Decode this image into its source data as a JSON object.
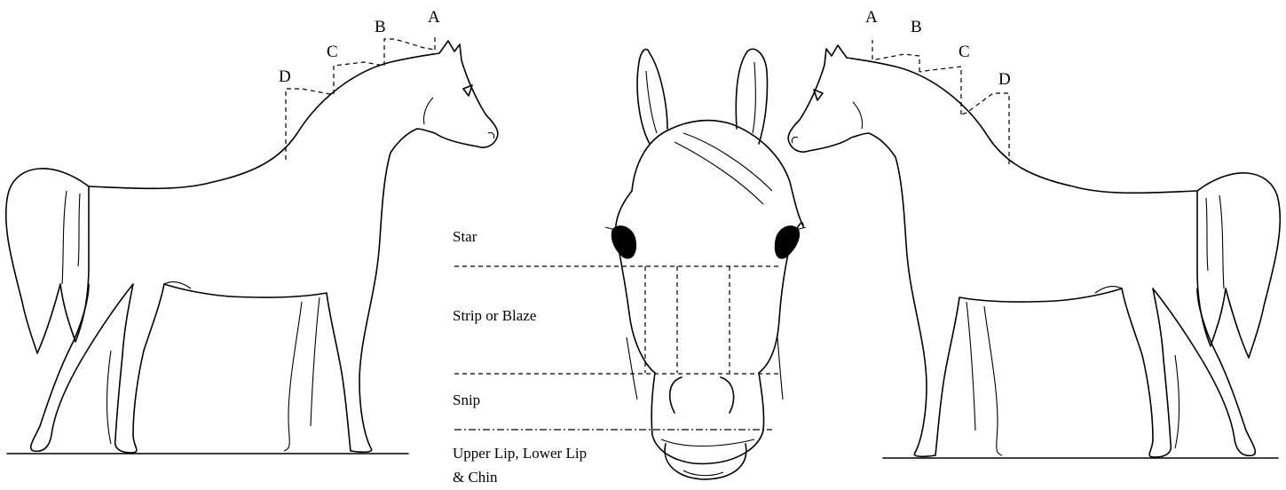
{
  "left_horse": {
    "neck_points": [
      "A",
      "B",
      "C",
      "D"
    ]
  },
  "right_horse": {
    "neck_points": [
      "A",
      "B",
      "C",
      "D"
    ]
  },
  "face_markings": {
    "zones": [
      "Star",
      "Strip or Blaze",
      "Snip",
      "Upper Lip, Lower Lip",
      "& Chin"
    ]
  }
}
